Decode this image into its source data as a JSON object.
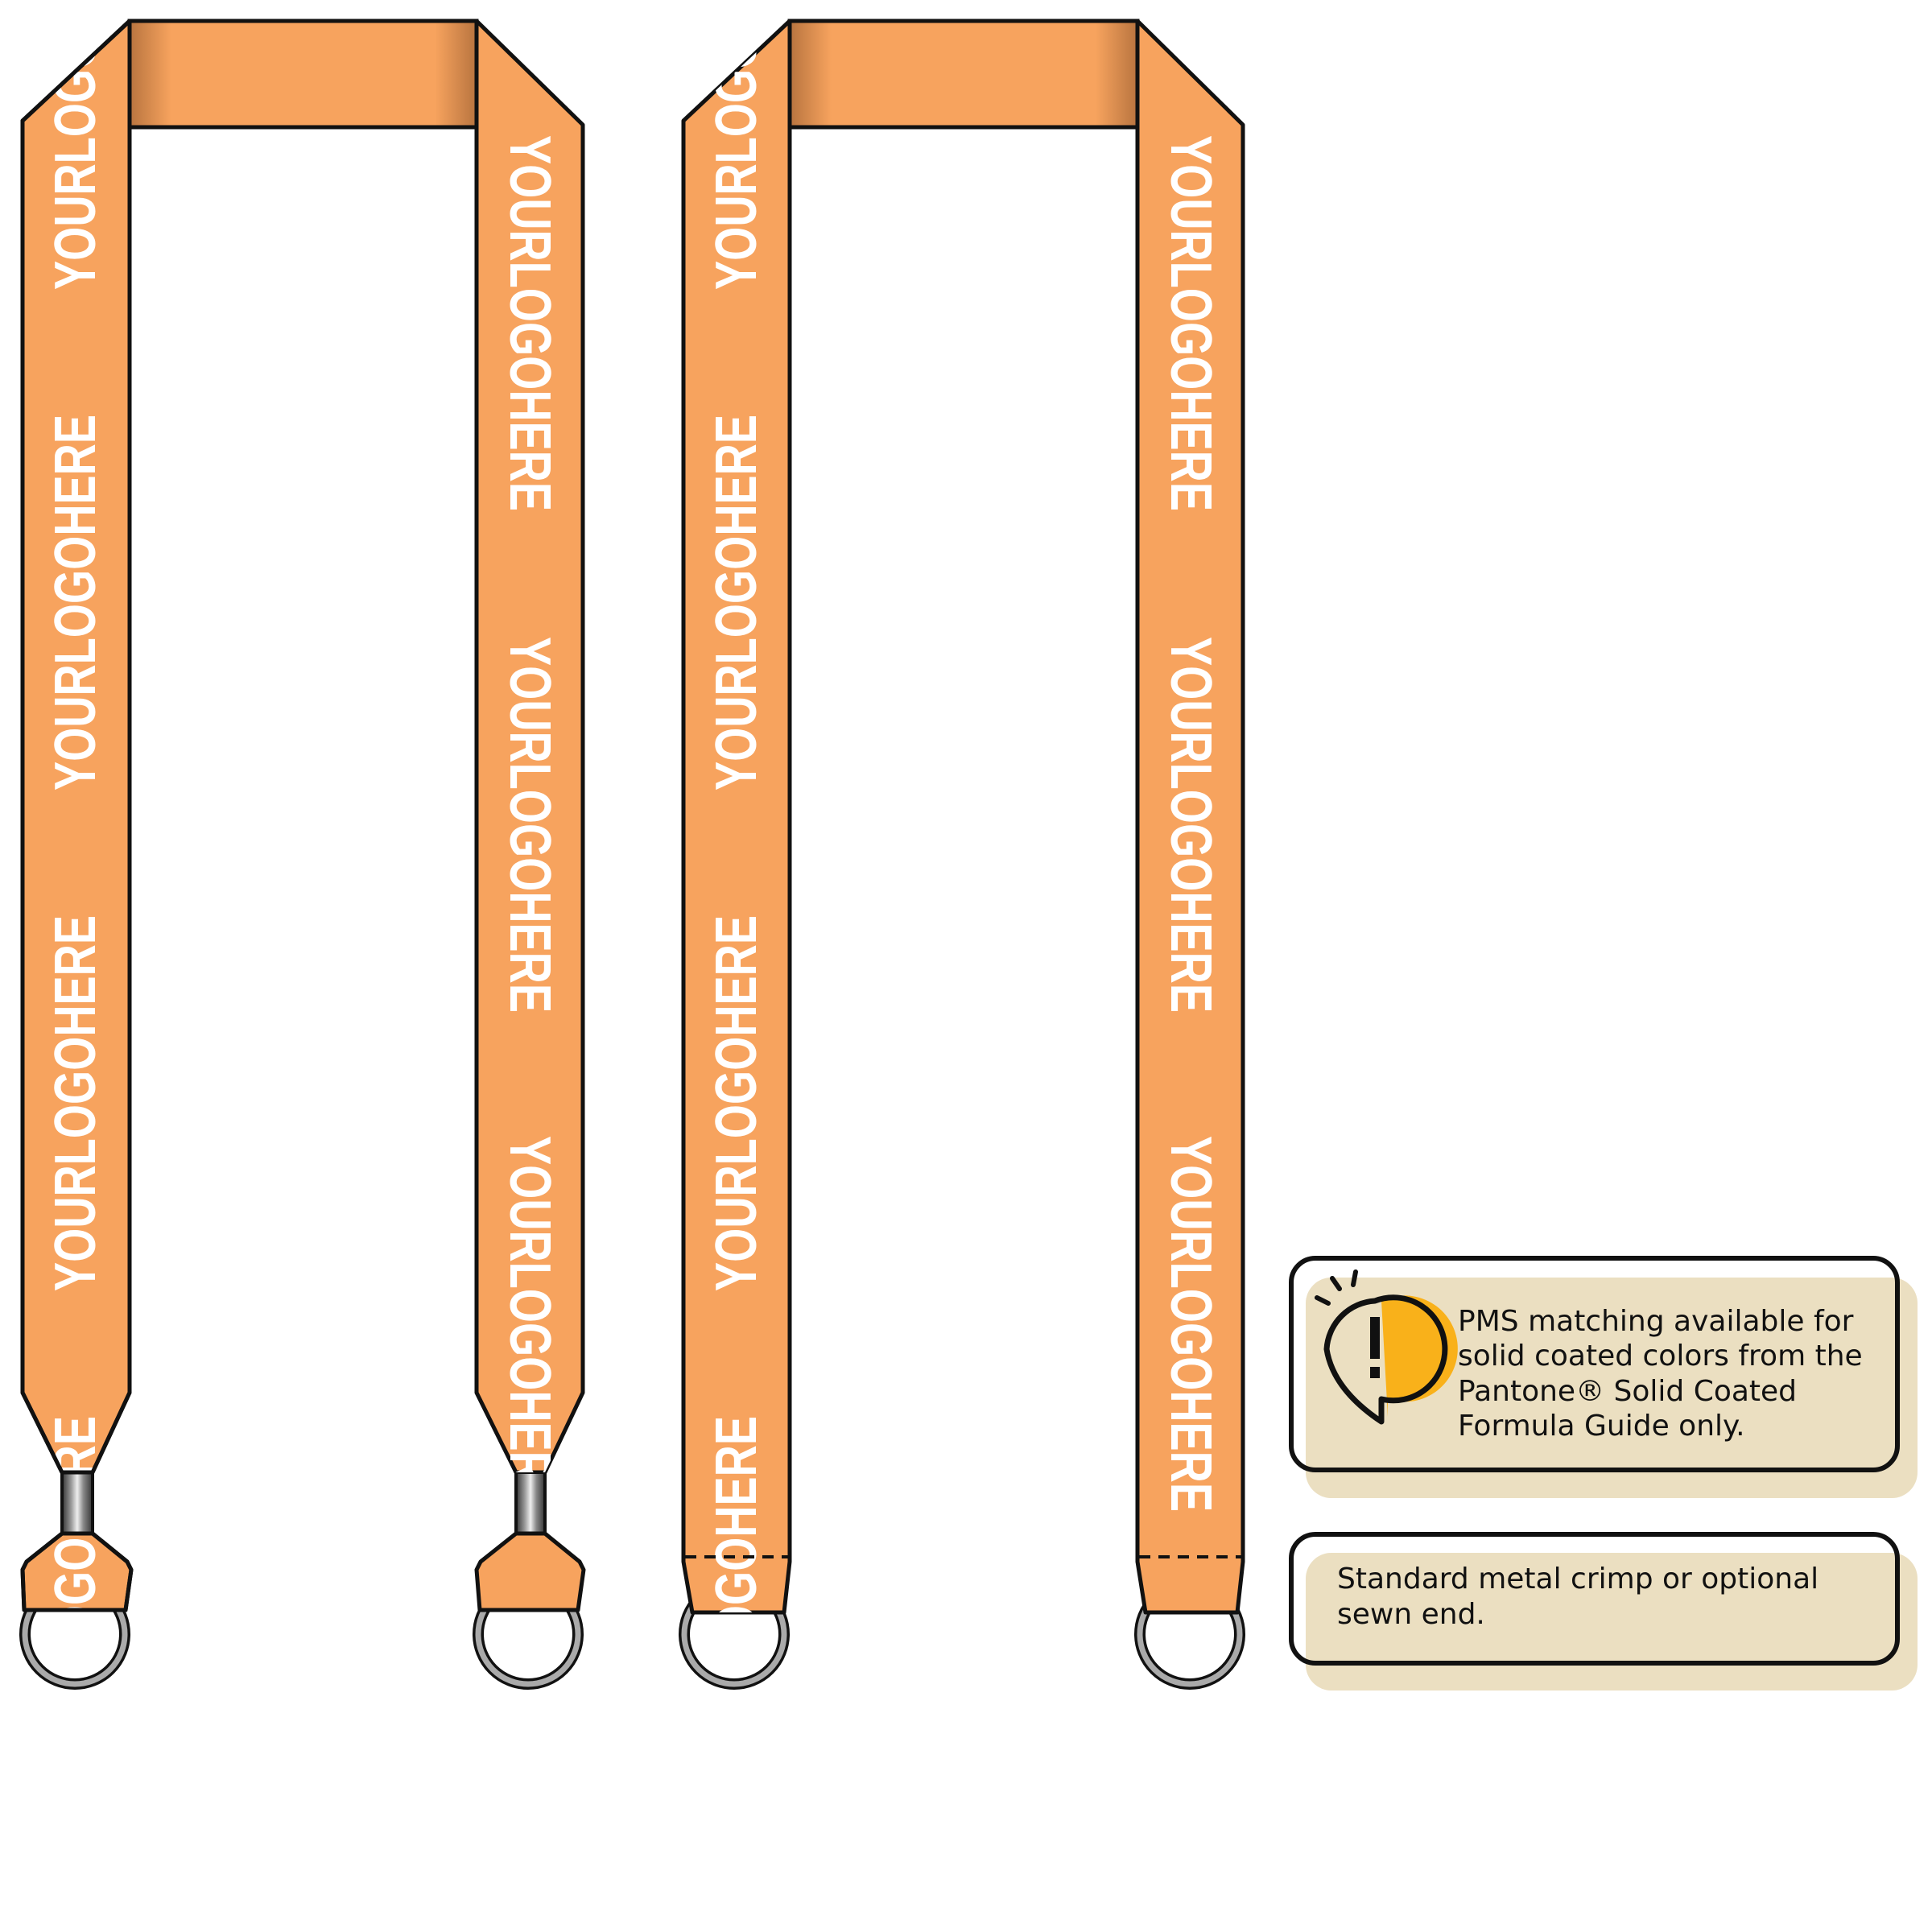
{
  "logo_text": "YOURLOGOHERE",
  "colors": {
    "strap": "#f7a35e",
    "strap_shade": "#b8743f",
    "callout_bg": "#ebdfc1",
    "alert_icon": "#f9b11a",
    "outline": "#111111"
  },
  "lanyards": [
    {
      "end_style": "metal crimp"
    },
    {
      "end_style": "sewn end"
    }
  ],
  "callouts": [
    {
      "icon": "alert-speech-bubble-icon",
      "lines": [
        "PMS matching available for",
        "solid coated colors from the",
        "Pantone® Solid Coated",
        "Formula Guide only."
      ]
    },
    {
      "lines": [
        "Standard metal crimp or optional",
        "sewn end."
      ]
    }
  ]
}
